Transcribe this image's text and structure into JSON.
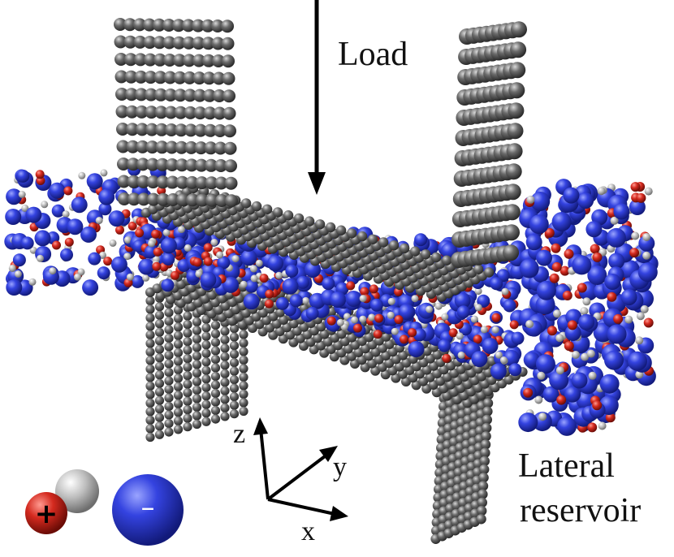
{
  "labels": {
    "load": "Load",
    "reservoir_line1": "Lateral",
    "reservoir_line2": "reservoir"
  },
  "axes": {
    "z": "z",
    "y": "y",
    "x": "x"
  },
  "legend": {
    "cation_sign": "+",
    "anion_sign": "–"
  },
  "colors": {
    "wall_atom": "#5a5a5a",
    "anion": "#2f3bd6",
    "cation": "#d42a1f",
    "neutral": "#b8b8b8",
    "background": "#ffffff"
  }
}
